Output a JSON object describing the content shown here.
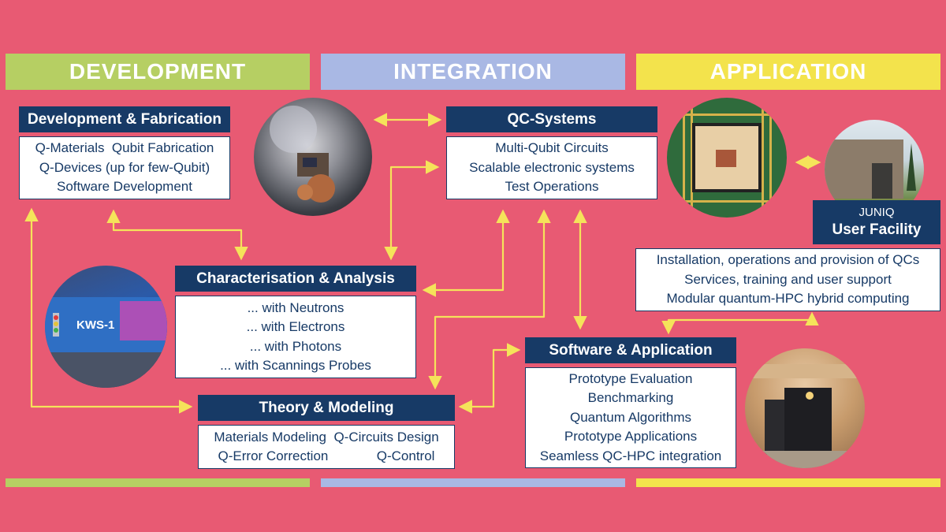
{
  "phases": [
    {
      "label": "DEVELOPMENT",
      "color": "#b6cf63"
    },
    {
      "label": "INTEGRATION",
      "color": "#a9b8e4"
    },
    {
      "label": "APPLICATION",
      "color": "#f3e34c"
    }
  ],
  "boxes": {
    "dev_fab": {
      "title": "Development & Fabrication",
      "lines": [
        "Q-Materials  Qubit Fabrication",
        "Q-Devices (up for few-Qubit)",
        "Software Development"
      ]
    },
    "qc_systems": {
      "title": "QC-Systems",
      "lines": [
        "Multi-Qubit Circuits",
        "Scalable electronic systems",
        "Test Operations"
      ]
    },
    "char": {
      "title": "Characterisation & Analysis",
      "lines": [
        "... with Neutrons",
        "... with Electrons",
        "... with Photons",
        "... with Scannings Probes"
      ]
    },
    "theory": {
      "title": "Theory & Modeling",
      "lines": [
        "Materials Modeling  Q-Circuits Design",
        "Q-Error Correction             Q-Control"
      ]
    },
    "software": {
      "title": "Software & Application",
      "lines": [
        "Prototype Evaluation",
        "Benchmarking",
        "Quantum Algorithms",
        "Prototype Applications",
        "Seamless QC-HPC integration"
      ]
    },
    "user_facility": {
      "lines": [
        "Installation, operations and provision of QCs",
        "Services, training and user support",
        "Modular quantum-HPC hybrid computing"
      ]
    }
  },
  "juniq": {
    "small": "JUNIQ",
    "big": "User Facility"
  },
  "photo_labels": {
    "kws": "KWS-1"
  },
  "colors": {
    "background": "#e85a73",
    "navy": "#173a66",
    "arrow": "#f5e35a"
  }
}
